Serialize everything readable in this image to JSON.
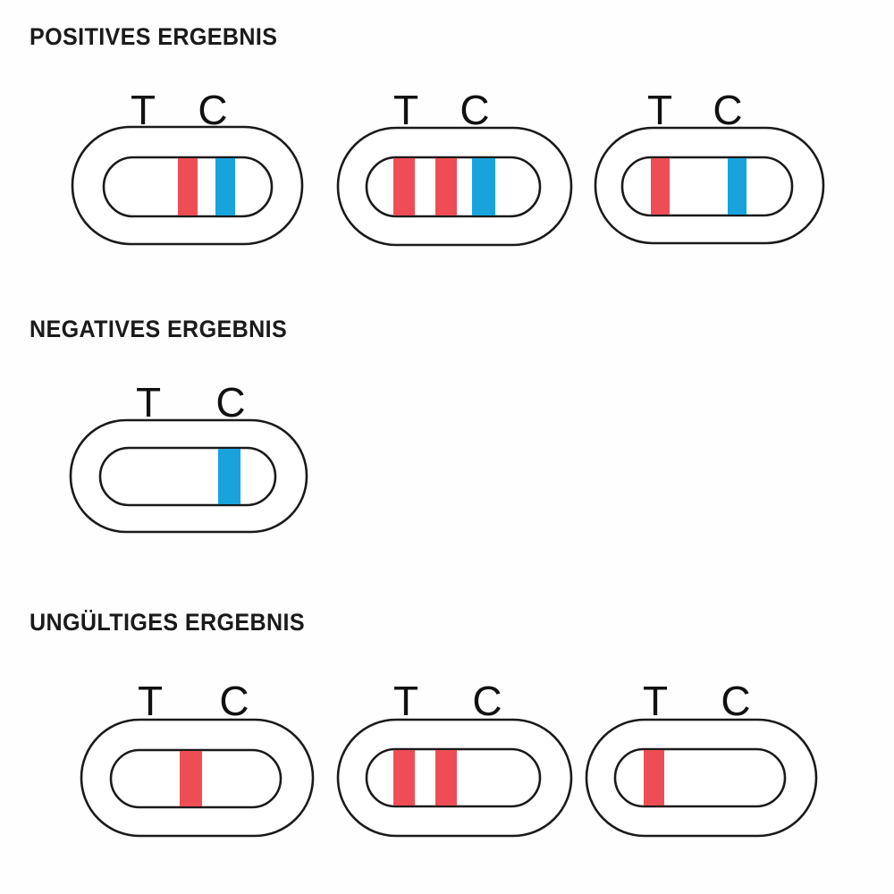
{
  "page": {
    "background_color": "#fefefe",
    "language": "de"
  },
  "colors": {
    "band_red": "#ee4d55",
    "band_blue": "#18a3dd",
    "outline": "#1a1a1a",
    "text": "#1a1a1a",
    "device_fill": "#ffffff"
  },
  "labels": {
    "test_line": "T",
    "control_line": "C"
  },
  "sections": [
    {
      "id": "positive",
      "title": "POSITIVES ERGEBNIS",
      "devices": [
        {
          "id": "positive-1",
          "bands": [
            {
              "position": "T",
              "color": "red"
            },
            {
              "position": "C",
              "color": "blue"
            }
          ]
        },
        {
          "id": "positive-2",
          "bands": [
            {
              "position": "T",
              "color": "red"
            },
            {
              "position": "T2",
              "color": "red"
            },
            {
              "position": "C",
              "color": "blue"
            }
          ]
        },
        {
          "id": "positive-3",
          "bands": [
            {
              "position": "T",
              "color": "red"
            },
            {
              "position": "C",
              "color": "blue"
            }
          ]
        }
      ]
    },
    {
      "id": "negative",
      "title": "NEGATIVES ERGEBNIS",
      "devices": [
        {
          "id": "negative-1",
          "bands": [
            {
              "position": "C",
              "color": "blue"
            }
          ]
        }
      ]
    },
    {
      "id": "invalid",
      "title": "UNGÜLTIGES ERGEBNIS",
      "devices": [
        {
          "id": "invalid-1",
          "bands": [
            {
              "position": "T",
              "color": "red"
            }
          ]
        },
        {
          "id": "invalid-2",
          "bands": [
            {
              "position": "T",
              "color": "red"
            },
            {
              "position": "T2",
              "color": "red"
            }
          ]
        },
        {
          "id": "invalid-3",
          "bands": [
            {
              "position": "T",
              "color": "red"
            }
          ]
        }
      ]
    }
  ]
}
